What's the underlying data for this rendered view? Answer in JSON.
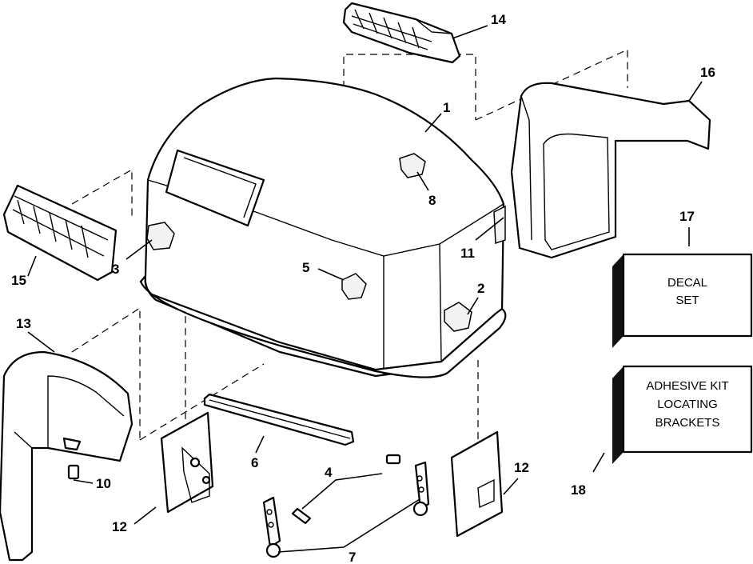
{
  "callouts": {
    "c1": "1",
    "c2": "2",
    "c3": "3",
    "c4": "4",
    "c5": "5",
    "c6": "6",
    "c7": "7",
    "c8": "8",
    "c10": "10",
    "c11": "11",
    "c12a": "12",
    "c12b": "12",
    "c13": "13",
    "c14": "14",
    "c15": "15",
    "c16": "16",
    "c17": "17",
    "c18": "18"
  },
  "boxes": {
    "decal_line1": "DECAL",
    "decal_line2": "SET",
    "kit_line1": "ADHESIVE KIT",
    "kit_line2": "LOCATING",
    "kit_line3": "BRACKETS"
  }
}
